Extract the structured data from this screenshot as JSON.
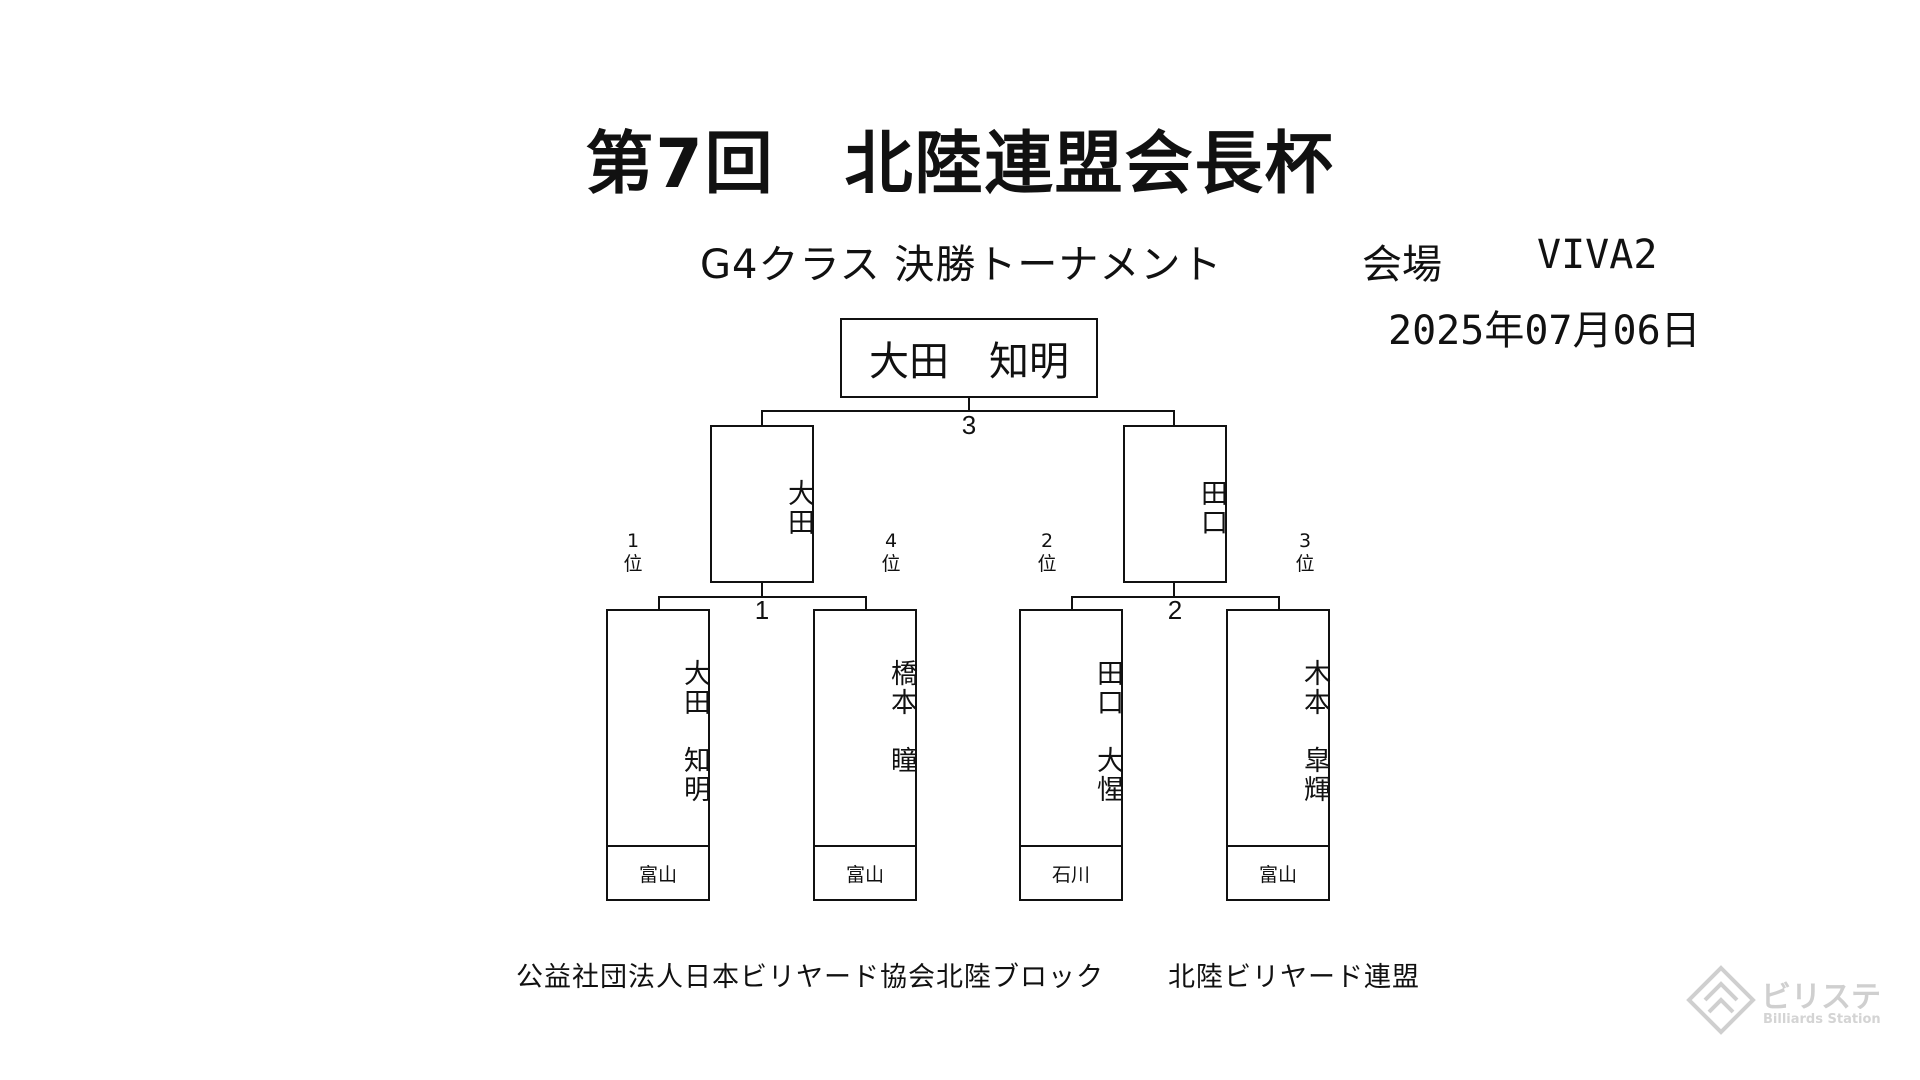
{
  "title": "第7回　北陸連盟会長杯",
  "subtitle": "G4クラス 決勝トーナメント",
  "venue": {
    "label": "会場",
    "value": "VIVA2"
  },
  "date": "2025年07月06日",
  "bracket": {
    "champion": "大田　知明",
    "final_match_no": "3",
    "semifinalists": [
      {
        "name": "大田",
        "match_no": "1"
      },
      {
        "name": "田口",
        "match_no": "2"
      }
    ],
    "players": [
      {
        "name": "大田　知明",
        "prefecture": "富山",
        "rank": "1\n位"
      },
      {
        "name": "橋本　瞳",
        "prefecture": "富山",
        "rank": "4\n位"
      },
      {
        "name": "田口　大惺",
        "prefecture": "石川",
        "rank": "2\n位"
      },
      {
        "name": "木本　皐輝",
        "prefecture": "富山",
        "rank": "3\n位"
      }
    ]
  },
  "footer": {
    "organizer": "公益社団法人日本ビリヤード協会北陸ブロック",
    "federation": "北陸ビリヤード連盟"
  },
  "watermark": {
    "text": "ビリステ",
    "subtext": "Billiards Station",
    "icon": "billiards-station-logo-icon"
  },
  "colors": {
    "line": "#111111",
    "background": "#ffffff",
    "watermark": "#cfcfcf"
  }
}
